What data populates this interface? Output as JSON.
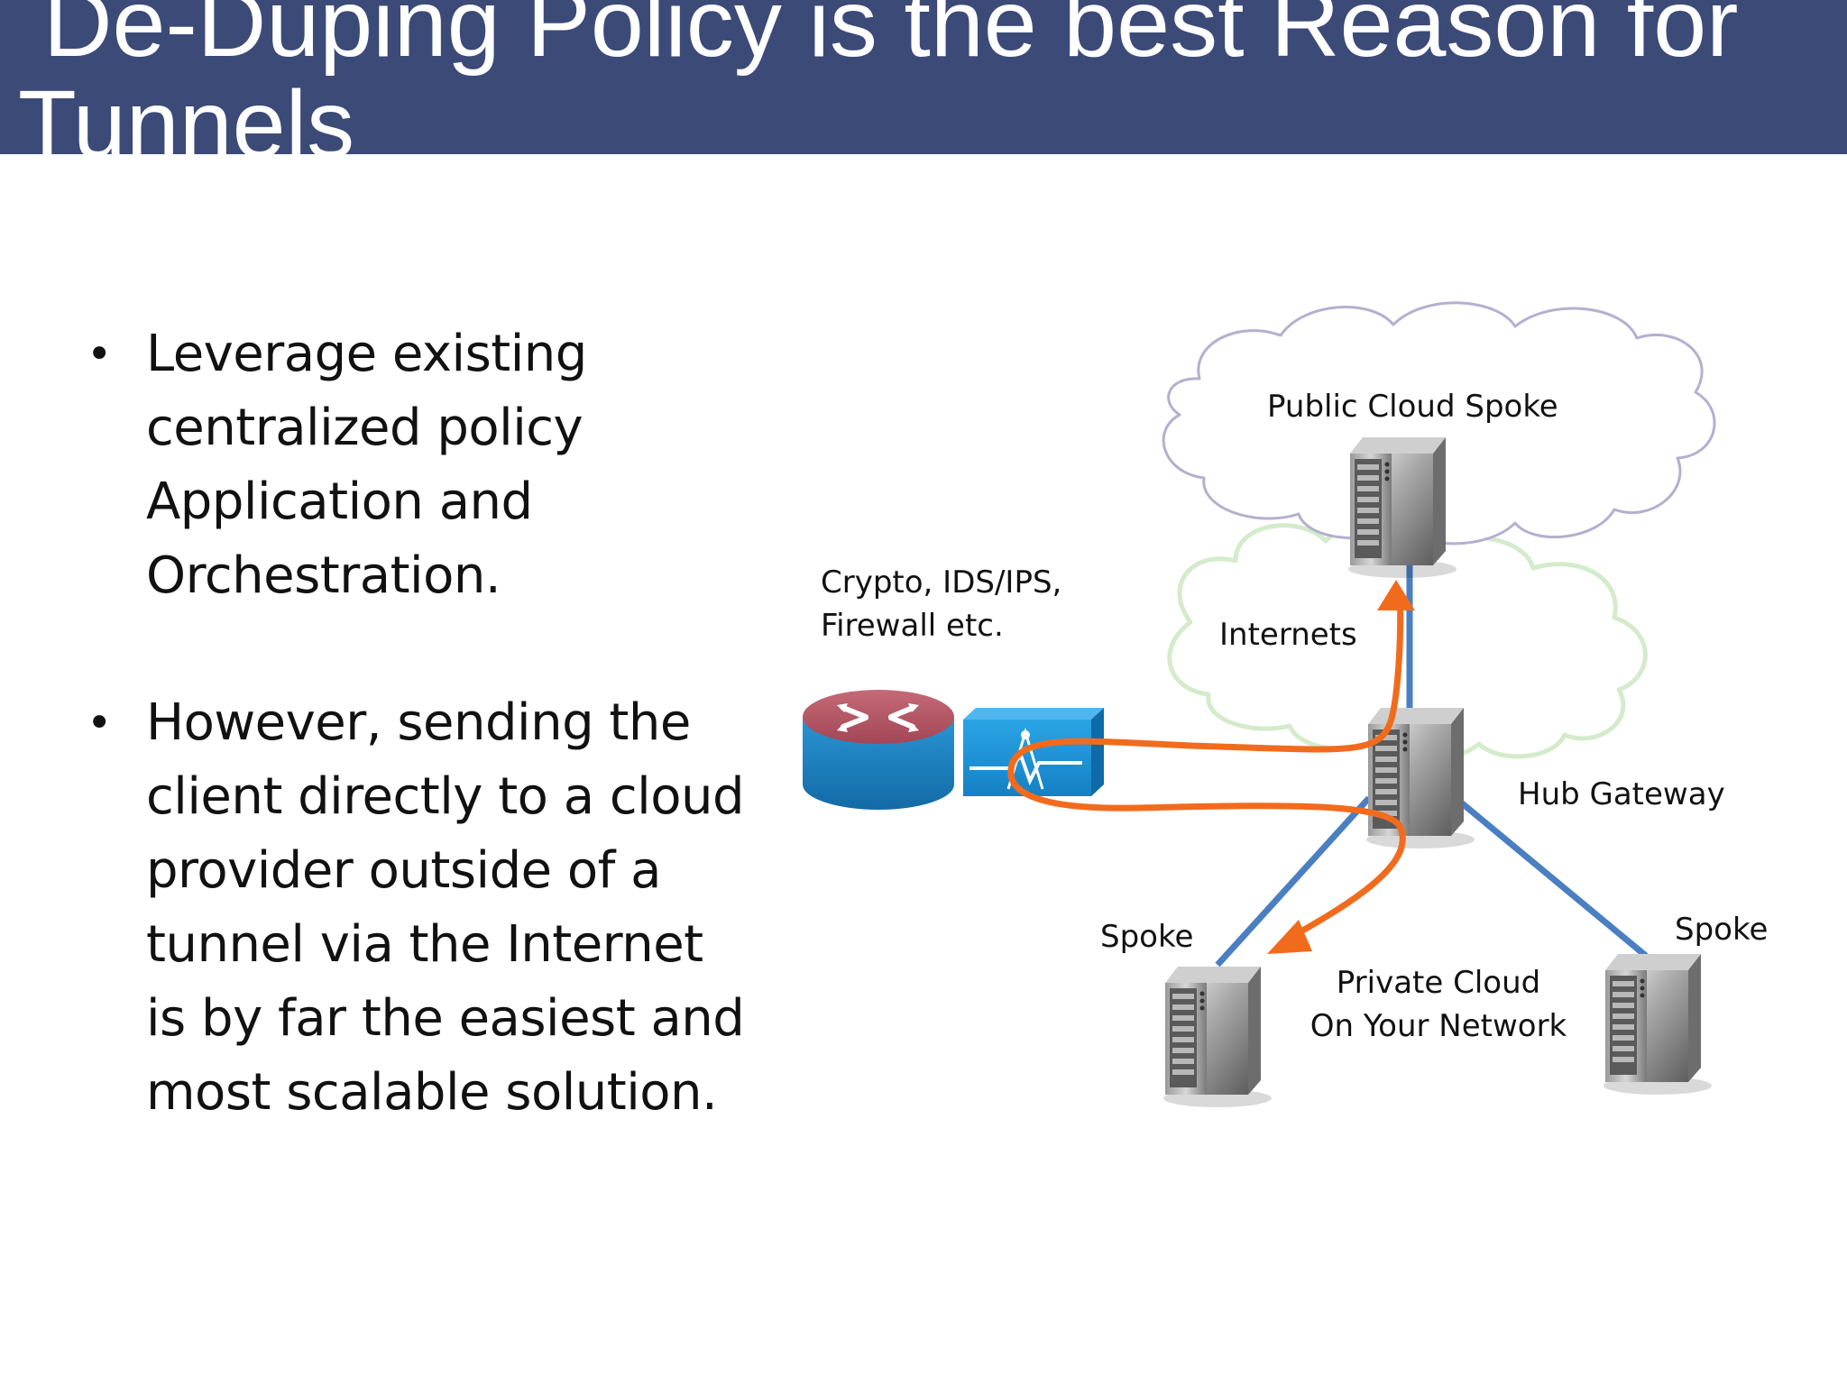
{
  "slide": {
    "title": "De-Duping Policy is the best Reason for Tunnels",
    "bullets": [
      {
        "lines": [
          "Leverage existing",
          "centralized policy",
          "Application and",
          "Orchestration."
        ]
      },
      {
        "lines": [
          "However, sending the",
          "client directly to a cloud",
          "provider outside of a",
          "tunnel via the Internet",
          "is by far the easiest and",
          "most scalable solution."
        ]
      }
    ]
  },
  "diagram": {
    "labels": {
      "public_cloud_spoke": "Public Cloud Spoke",
      "security_line1": "Crypto, IDS/IPS,",
      "security_line2": "Firewall etc.",
      "internets": "Internets",
      "hub_gateway": "Hub Gateway",
      "spoke_left": "Spoke",
      "spoke_right": "Spoke",
      "private_cloud_line1": "Private Cloud",
      "private_cloud_line2": "On Your Network"
    },
    "colors": {
      "title_bar": "#3c4a78",
      "link_line": "#4a7fc1",
      "traffic_arrow": "#f26b1d",
      "router_top": "#b4505e",
      "router_body": "#1f86c8",
      "firewall": "#1a8fd6",
      "public_cloud_outline": "#b3b0cf",
      "internet_cloud_outline": "#d4ebcc"
    },
    "icons": [
      "cloud-icon",
      "server-icon",
      "router-icon",
      "firewall-icon"
    ]
  }
}
